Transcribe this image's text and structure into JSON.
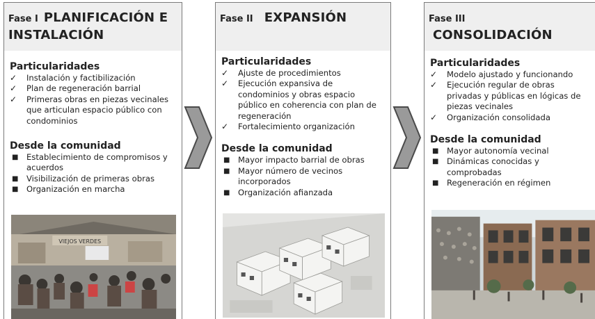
{
  "phases": [
    {
      "label": "Fase I",
      "title": "PLANIFICACIÓN E INSTALACIÓN",
      "particularidades_title": "Particularidades",
      "particularidades": [
        "Instalación y factibilización",
        "Plan de regeneración barrial",
        "Primeras obras en piezas vecinales que articulan espacio público con condominios"
      ],
      "comunidad_title": "Desde la comunidad",
      "comunidad": [
        "Establecimiento de compromisos y acuerdos",
        "Visibilización de primeras obras",
        "Organización en marcha"
      ],
      "photo_sign": "VIEJOS   VERDES"
    },
    {
      "label": "Fase II",
      "title": "EXPANSIÓN",
      "particularidades_title": "Particularidades",
      "particularidades": [
        "Ajuste de procedimientos",
        "Ejecución expansiva de condominios y obras espacio público en coherencia con plan de regeneración",
        "Fortalecimiento organización"
      ],
      "comunidad_title": "Desde la comunidad",
      "comunidad": [
        "Mayor impacto barrial de obras",
        "Mayor número de vecinos incorporados",
        "Organización afianzada"
      ]
    },
    {
      "label": "Fase III",
      "title": "CONSOLIDACIÓN",
      "particularidades_title": "Particularidades",
      "particularidades": [
        "Modelo ajustado y funcionando",
        "Ejecución regular de obras privadas y públicas en lógicas de piezas vecinales",
        "Organización consolidada"
      ],
      "comunidad_title": "Desde la comunidad",
      "comunidad": [
        "Mayor autonomía vecinal",
        "Dinámicas conocidas y comprobadas",
        "Regeneración en régimen"
      ]
    }
  ],
  "symbols": {
    "check": "✓",
    "bullet": "■"
  },
  "colors": {
    "header_bg": "#efefef",
    "border": "#7a7a7a",
    "chevron_fill": "#9a9a9a",
    "chevron_stroke": "#4a4a4a"
  }
}
